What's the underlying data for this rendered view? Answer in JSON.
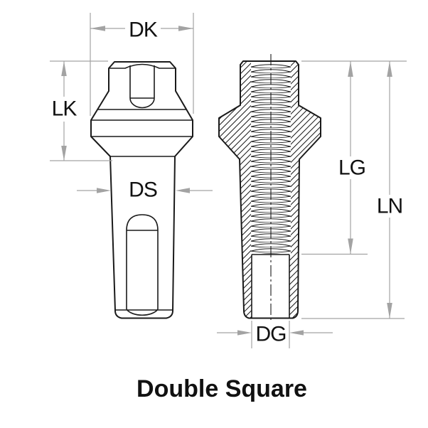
{
  "title": "Double Square",
  "dimension_labels": {
    "dk": "DK",
    "lk": "LK",
    "ds": "DS",
    "lg": "LG",
    "ln": "LN",
    "dg": "DG"
  },
  "colors": {
    "outline": "#1a1a1a",
    "dimension": "#a3a3a3",
    "label_text": "#111111",
    "background": "#ffffff"
  }
}
